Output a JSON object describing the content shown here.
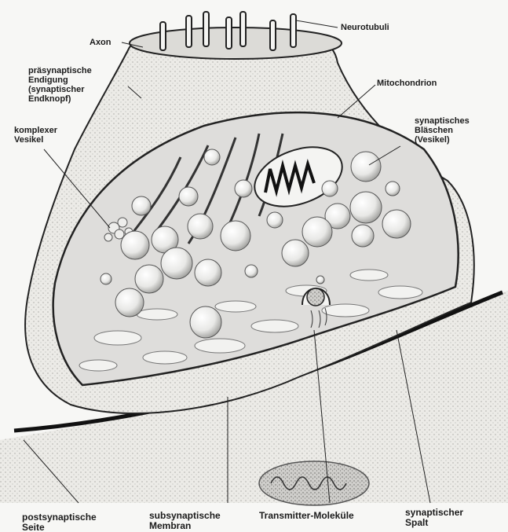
{
  "labels": {
    "axon": "Axon",
    "neurotubuli": "Neurotubuli",
    "praesynaptische_endigung": "präsynaptische\nEndigung\n(synaptischer\nEndknopf)",
    "mitochondrion": "Mitochondrion",
    "komplexer_vesikel": "komplexer\nVesikel",
    "synaptisches_blaeschen": "synaptisches\nBläschen\n(Vesikel)",
    "postsynaptische_seite": "postsynaptische\nSeite",
    "subsynaptische_membran": "subsynaptische\nMembran",
    "transmitter_molekuele": "Transmitter-Moleküle",
    "synaptischer_spalt": "synaptischer\nSpalt"
  }
}
